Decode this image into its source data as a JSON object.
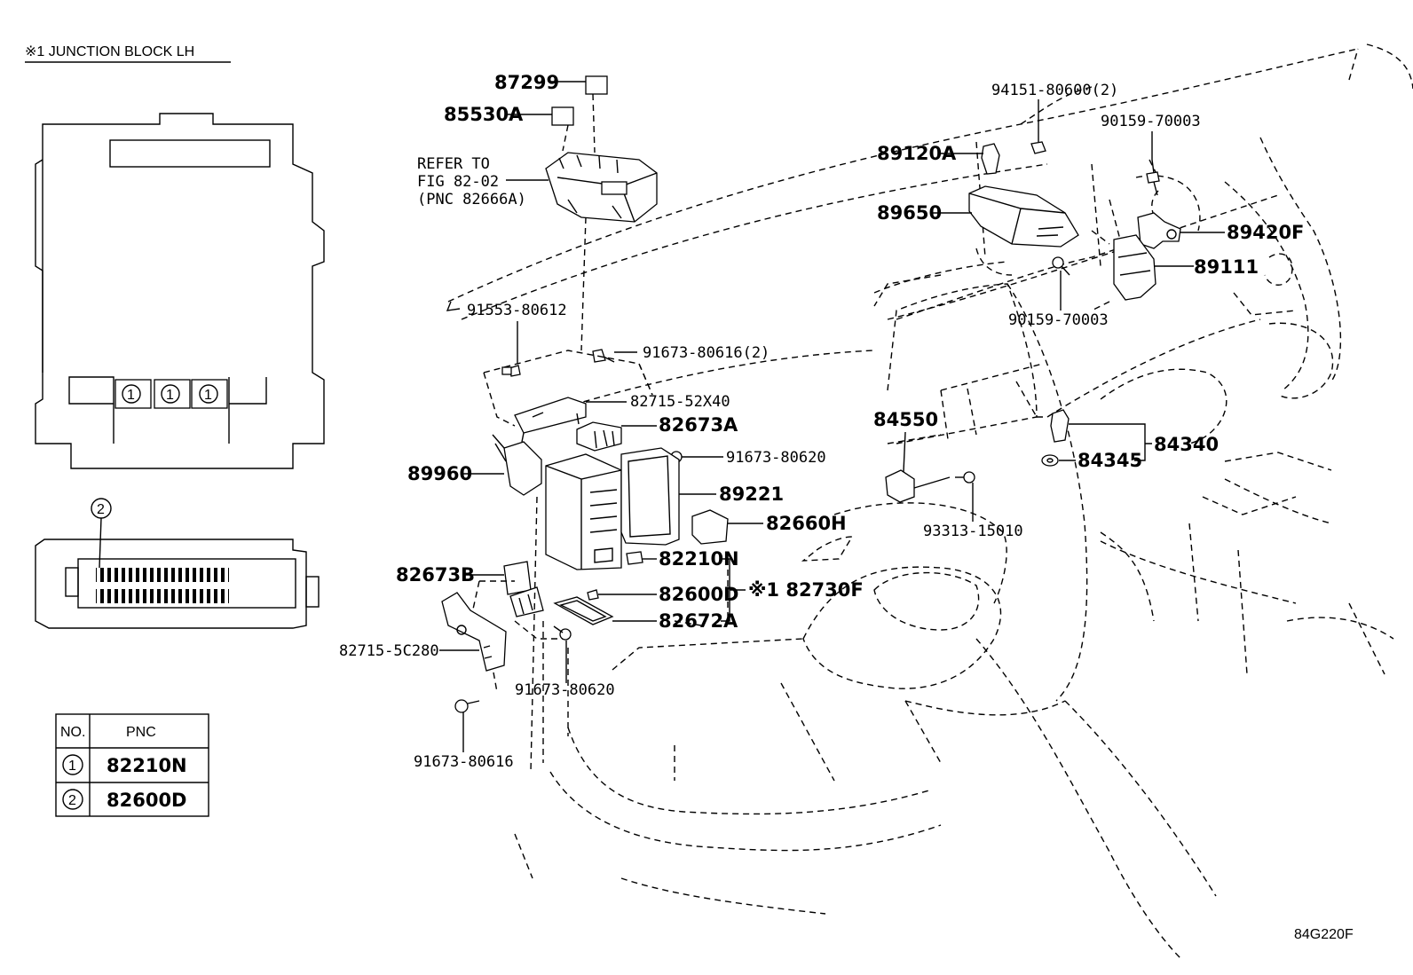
{
  "inset_title": "※1 JUNCTION BLOCK LH",
  "inset_callout_1": "1",
  "inset_callout_2": "2",
  "table": {
    "col_no": "NO.",
    "col_pnc": "PNC",
    "rows": [
      {
        "no": "1",
        "pnc": "82210N"
      },
      {
        "no": "2",
        "pnc": "82600D"
      }
    ]
  },
  "refer_note": [
    "REFER TO",
    "FIG 82-02",
    "(PNC 82666A)"
  ],
  "labels": {
    "p87299": "87299",
    "p85530A": "85530A",
    "p91553": "91553-80612",
    "p91673_80616_2": "91673-80616(2)",
    "p82715_52X40": "82715-52X40",
    "p82673A": "82673A",
    "p91673_80620_a": "91673-80620",
    "p89960": "89960",
    "p89221": "89221",
    "p82660H": "82660H",
    "p82210N": "82210N",
    "p82673B": "82673B",
    "p82600D": "82600D",
    "p82730F": "※1 82730F",
    "p82672A": "82672A",
    "p82715_5C280": "82715-5C280",
    "p91673_80620_b": "91673-80620",
    "p91673_80616": "91673-80616",
    "p94151": "94151-80600(2)",
    "p90159_a": "90159-70003",
    "p89120A": "89120A",
    "p89650": "89650",
    "p89420F": "89420F",
    "p89111": "89111",
    "p90159_b": "90159-70003",
    "p84550": "84550",
    "p84340": "84340",
    "p84345": "84345",
    "p93313": "93313-15010"
  },
  "figure_code": "84G220F"
}
